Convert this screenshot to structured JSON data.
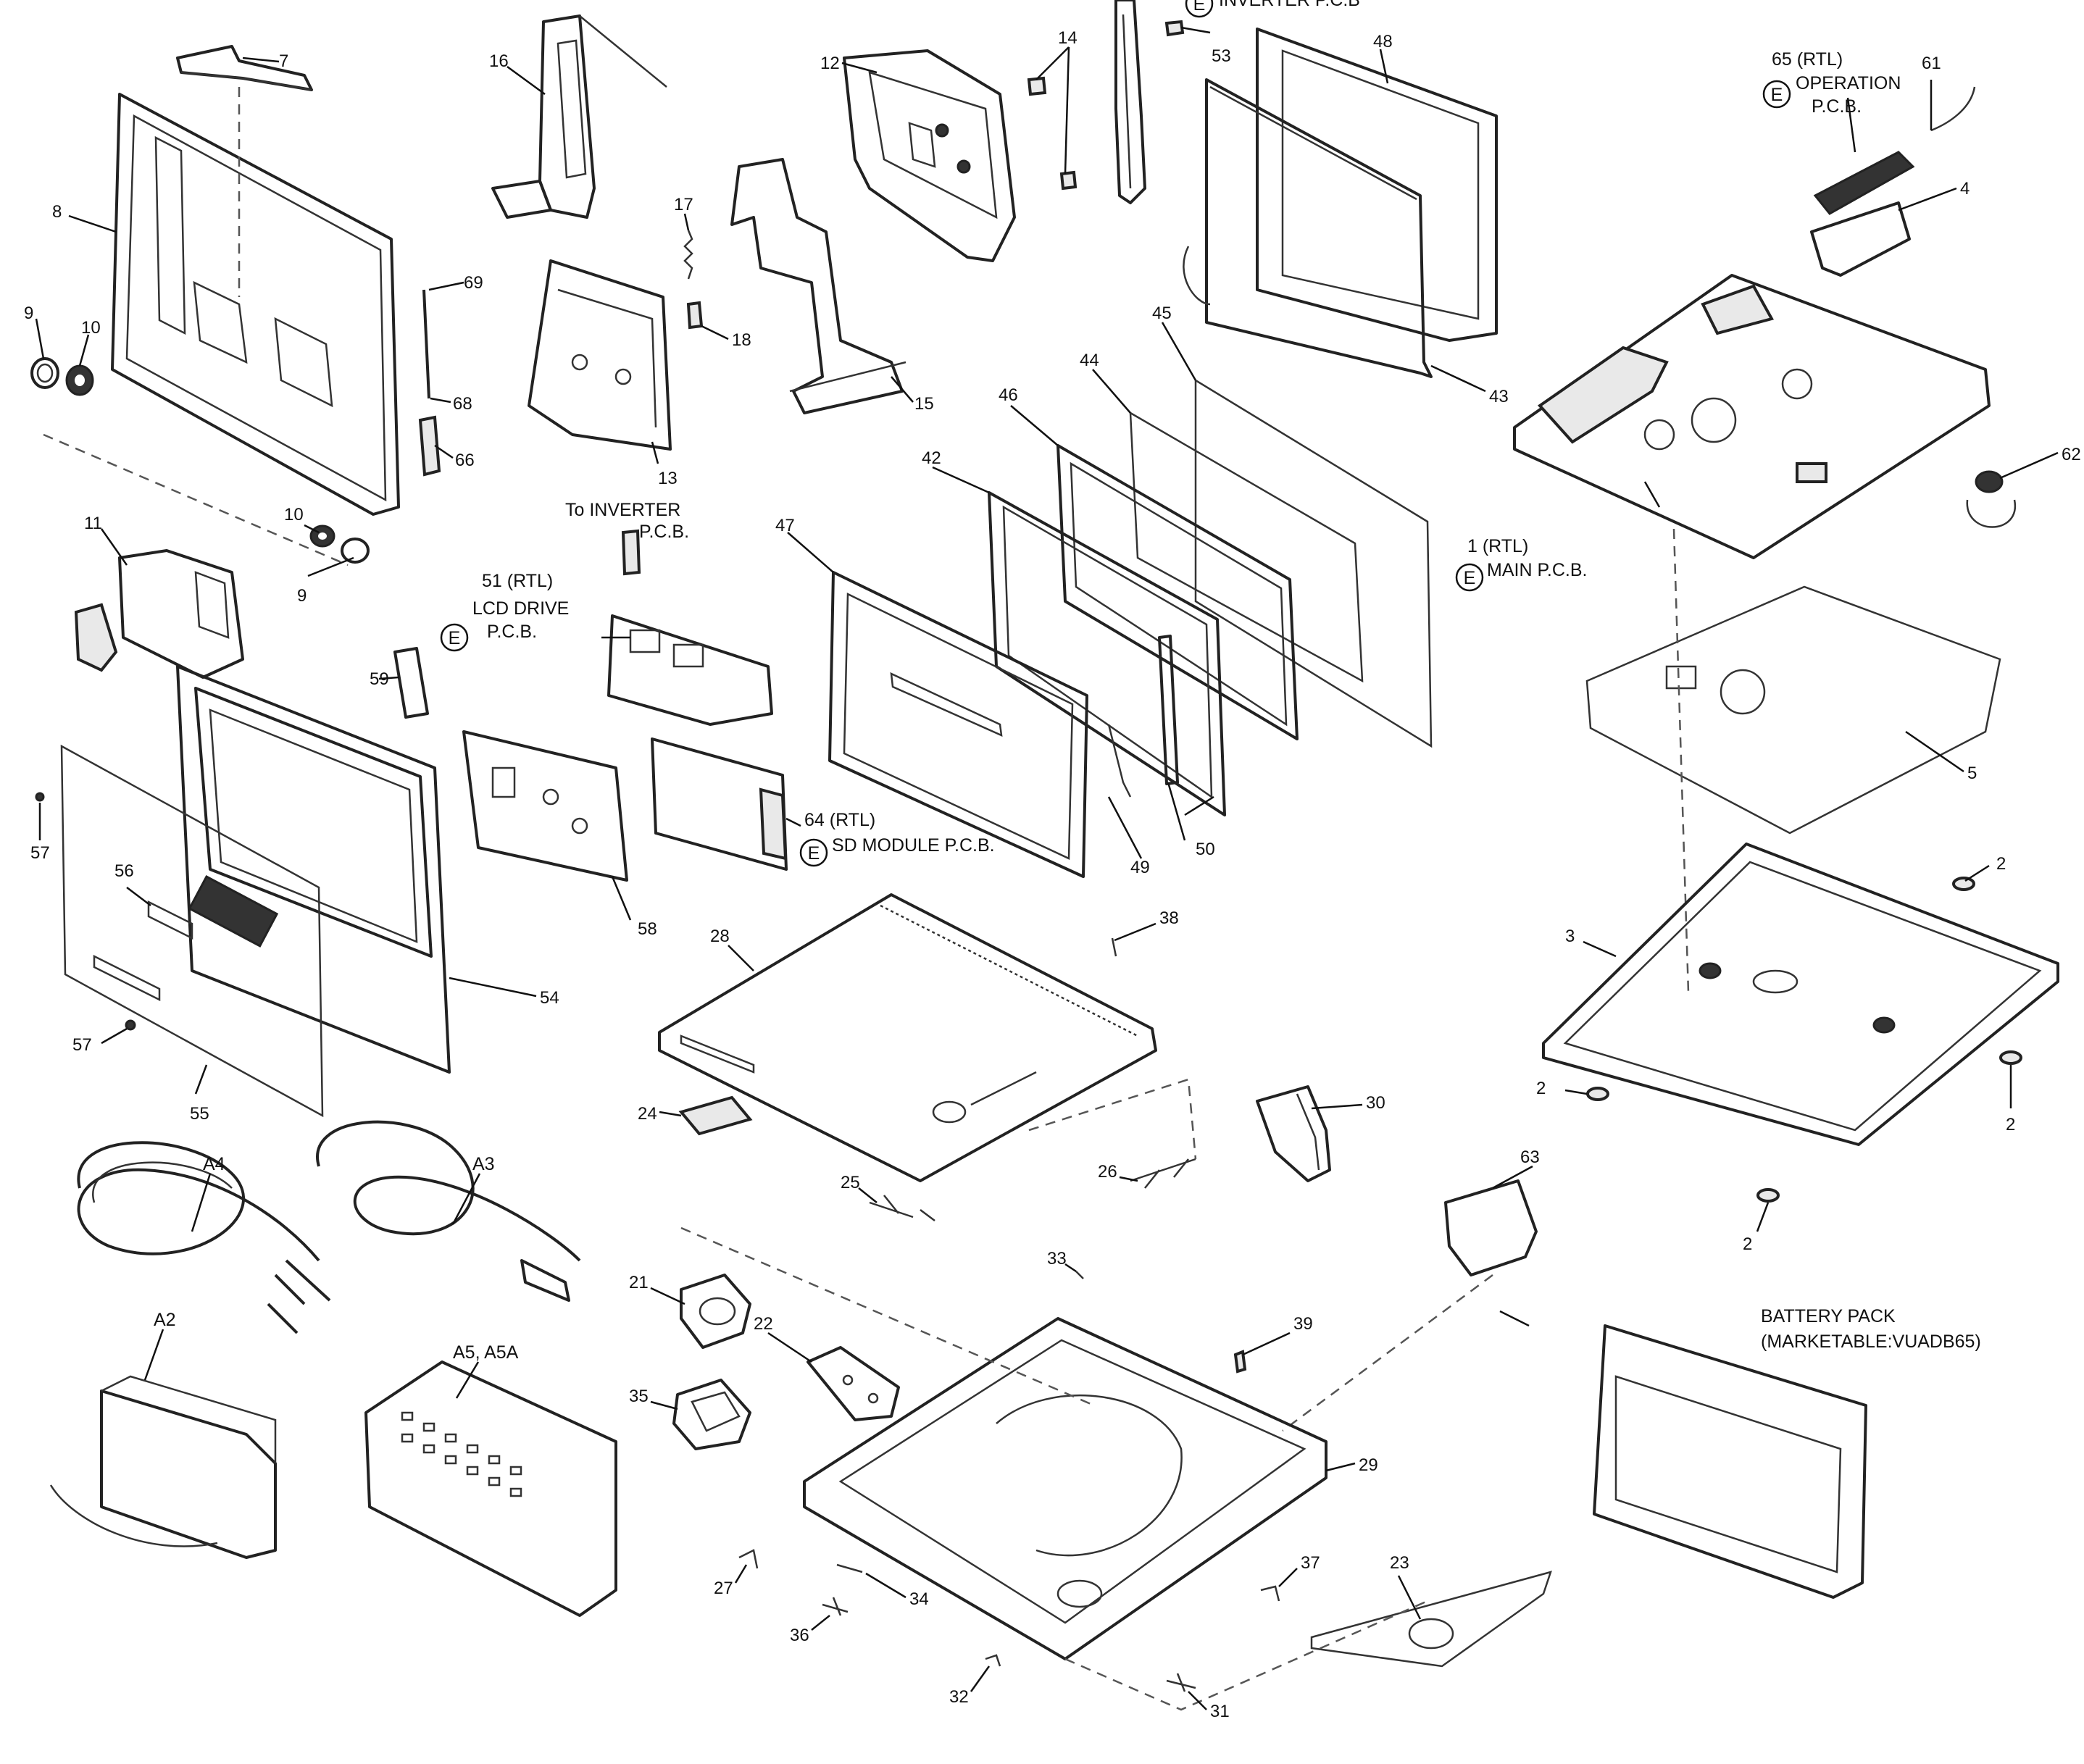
{
  "labels": {
    "n1": "1 (RTL)",
    "n1b": "MAIN P.C.B.",
    "n2": "2",
    "n3": "3",
    "n4": "4",
    "n5": "5",
    "n7": "7",
    "n8": "8",
    "n9": "9",
    "n10": "10",
    "n11": "11",
    "n12": "12",
    "n13": "13",
    "n14": "14",
    "n15": "15",
    "n16": "16",
    "n17": "17",
    "n18": "18",
    "n21": "21",
    "n22": "22",
    "n23": "23",
    "n24": "24",
    "n25": "25",
    "n26": "26",
    "n27": "27",
    "n28": "28",
    "n29": "29",
    "n30": "30",
    "n31": "31",
    "n32": "32",
    "n33": "33",
    "n34": "34",
    "n35": "35",
    "n36": "36",
    "n37": "37",
    "n38": "38",
    "n39": "39",
    "n42": "42",
    "n43": "43",
    "n44": "44",
    "n45": "45",
    "n46": "46",
    "n47": "47",
    "n48": "48",
    "n49": "49",
    "n50": "50",
    "n51": "51 (RTL)",
    "n51b": "LCD DRIVE",
    "n51c": "P.C.B.",
    "n53": "53",
    "n54": "54",
    "n55": "55",
    "n56": "56",
    "n57": "57",
    "n58": "58",
    "n59": "59",
    "n61": "61",
    "n62": "62",
    "n63": "63",
    "n64": "64 (RTL)",
    "n64b": "SD MODULE P.C.B.",
    "n65": "65 (RTL)",
    "n65b": "OPERATION",
    "n65c": "P.C.B.",
    "n66": "66",
    "n68": "68",
    "n69": "69",
    "inverter": "INVERTER P.C.B",
    "to_inverter": "To INVERTER",
    "to_inverter_b": "P.C.B.",
    "a2": "A2",
    "a3": "A3",
    "a4": "A4",
    "a5": "A5, A5A",
    "battery": "BATTERY PACK",
    "battery_b": "(MARKETABLE:VUADB65)",
    "e_mark": "E"
  }
}
